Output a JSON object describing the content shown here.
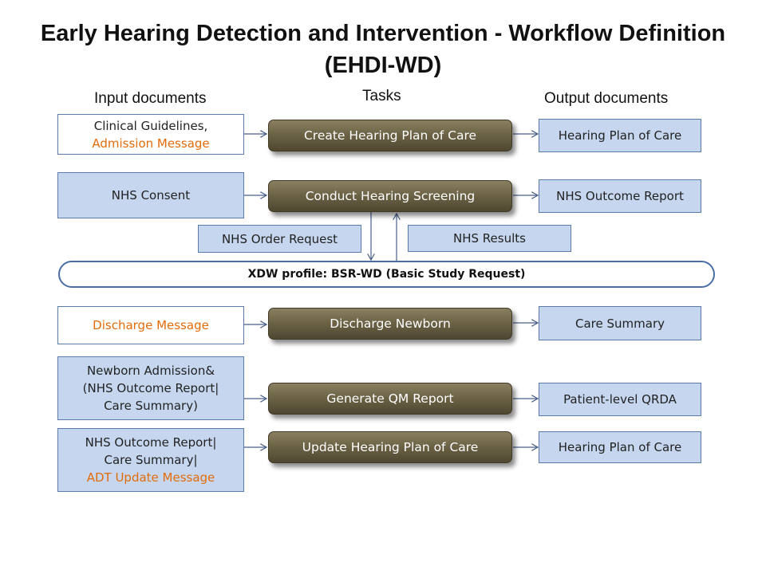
{
  "title": "Early Hearing Detection and Intervention - Workflow Definition (EHDI-WD)",
  "headers": {
    "input": "Input documents",
    "tasks": "Tasks",
    "output": "Output documents"
  },
  "rows": [
    {
      "input_lines": [
        "Clinical Guidelines,",
        "Admission Message"
      ],
      "task": "Create Hearing Plan of Care",
      "output": "Hearing Plan of Care"
    },
    {
      "input_lines": [
        "NHS Consent"
      ],
      "task": "Conduct Hearing Screening",
      "output": "NHS Outcome Report"
    },
    {
      "input_lines": [
        "Discharge Message"
      ],
      "task": "Discharge Newborn",
      "output": "Care Summary"
    },
    {
      "input_lines": [
        "Newborn Admission&",
        "(NHS Outcome Report|",
        "Care Summary)"
      ],
      "task": "Generate QM Report",
      "output": "Patient-level QRDA"
    },
    {
      "input_lines": [
        "NHS Outcome Report|",
        "Care Summary|",
        "ADT Update Message"
      ],
      "task": "Update Hearing Plan of Care",
      "output": "Hearing Plan of Care"
    }
  ],
  "exchange": {
    "order": "NHS Order Request",
    "results": "NHS Results"
  },
  "xdw_profile": "XDW profile: BSR-WD (Basic Study Request)",
  "colors": {
    "doc_fill": "#c6d6ef",
    "doc_border": "#5a7aa8",
    "task_fill": "#6d6447",
    "highlight_text": "#e36c0a",
    "xdw_border": "#4a6fa5"
  }
}
